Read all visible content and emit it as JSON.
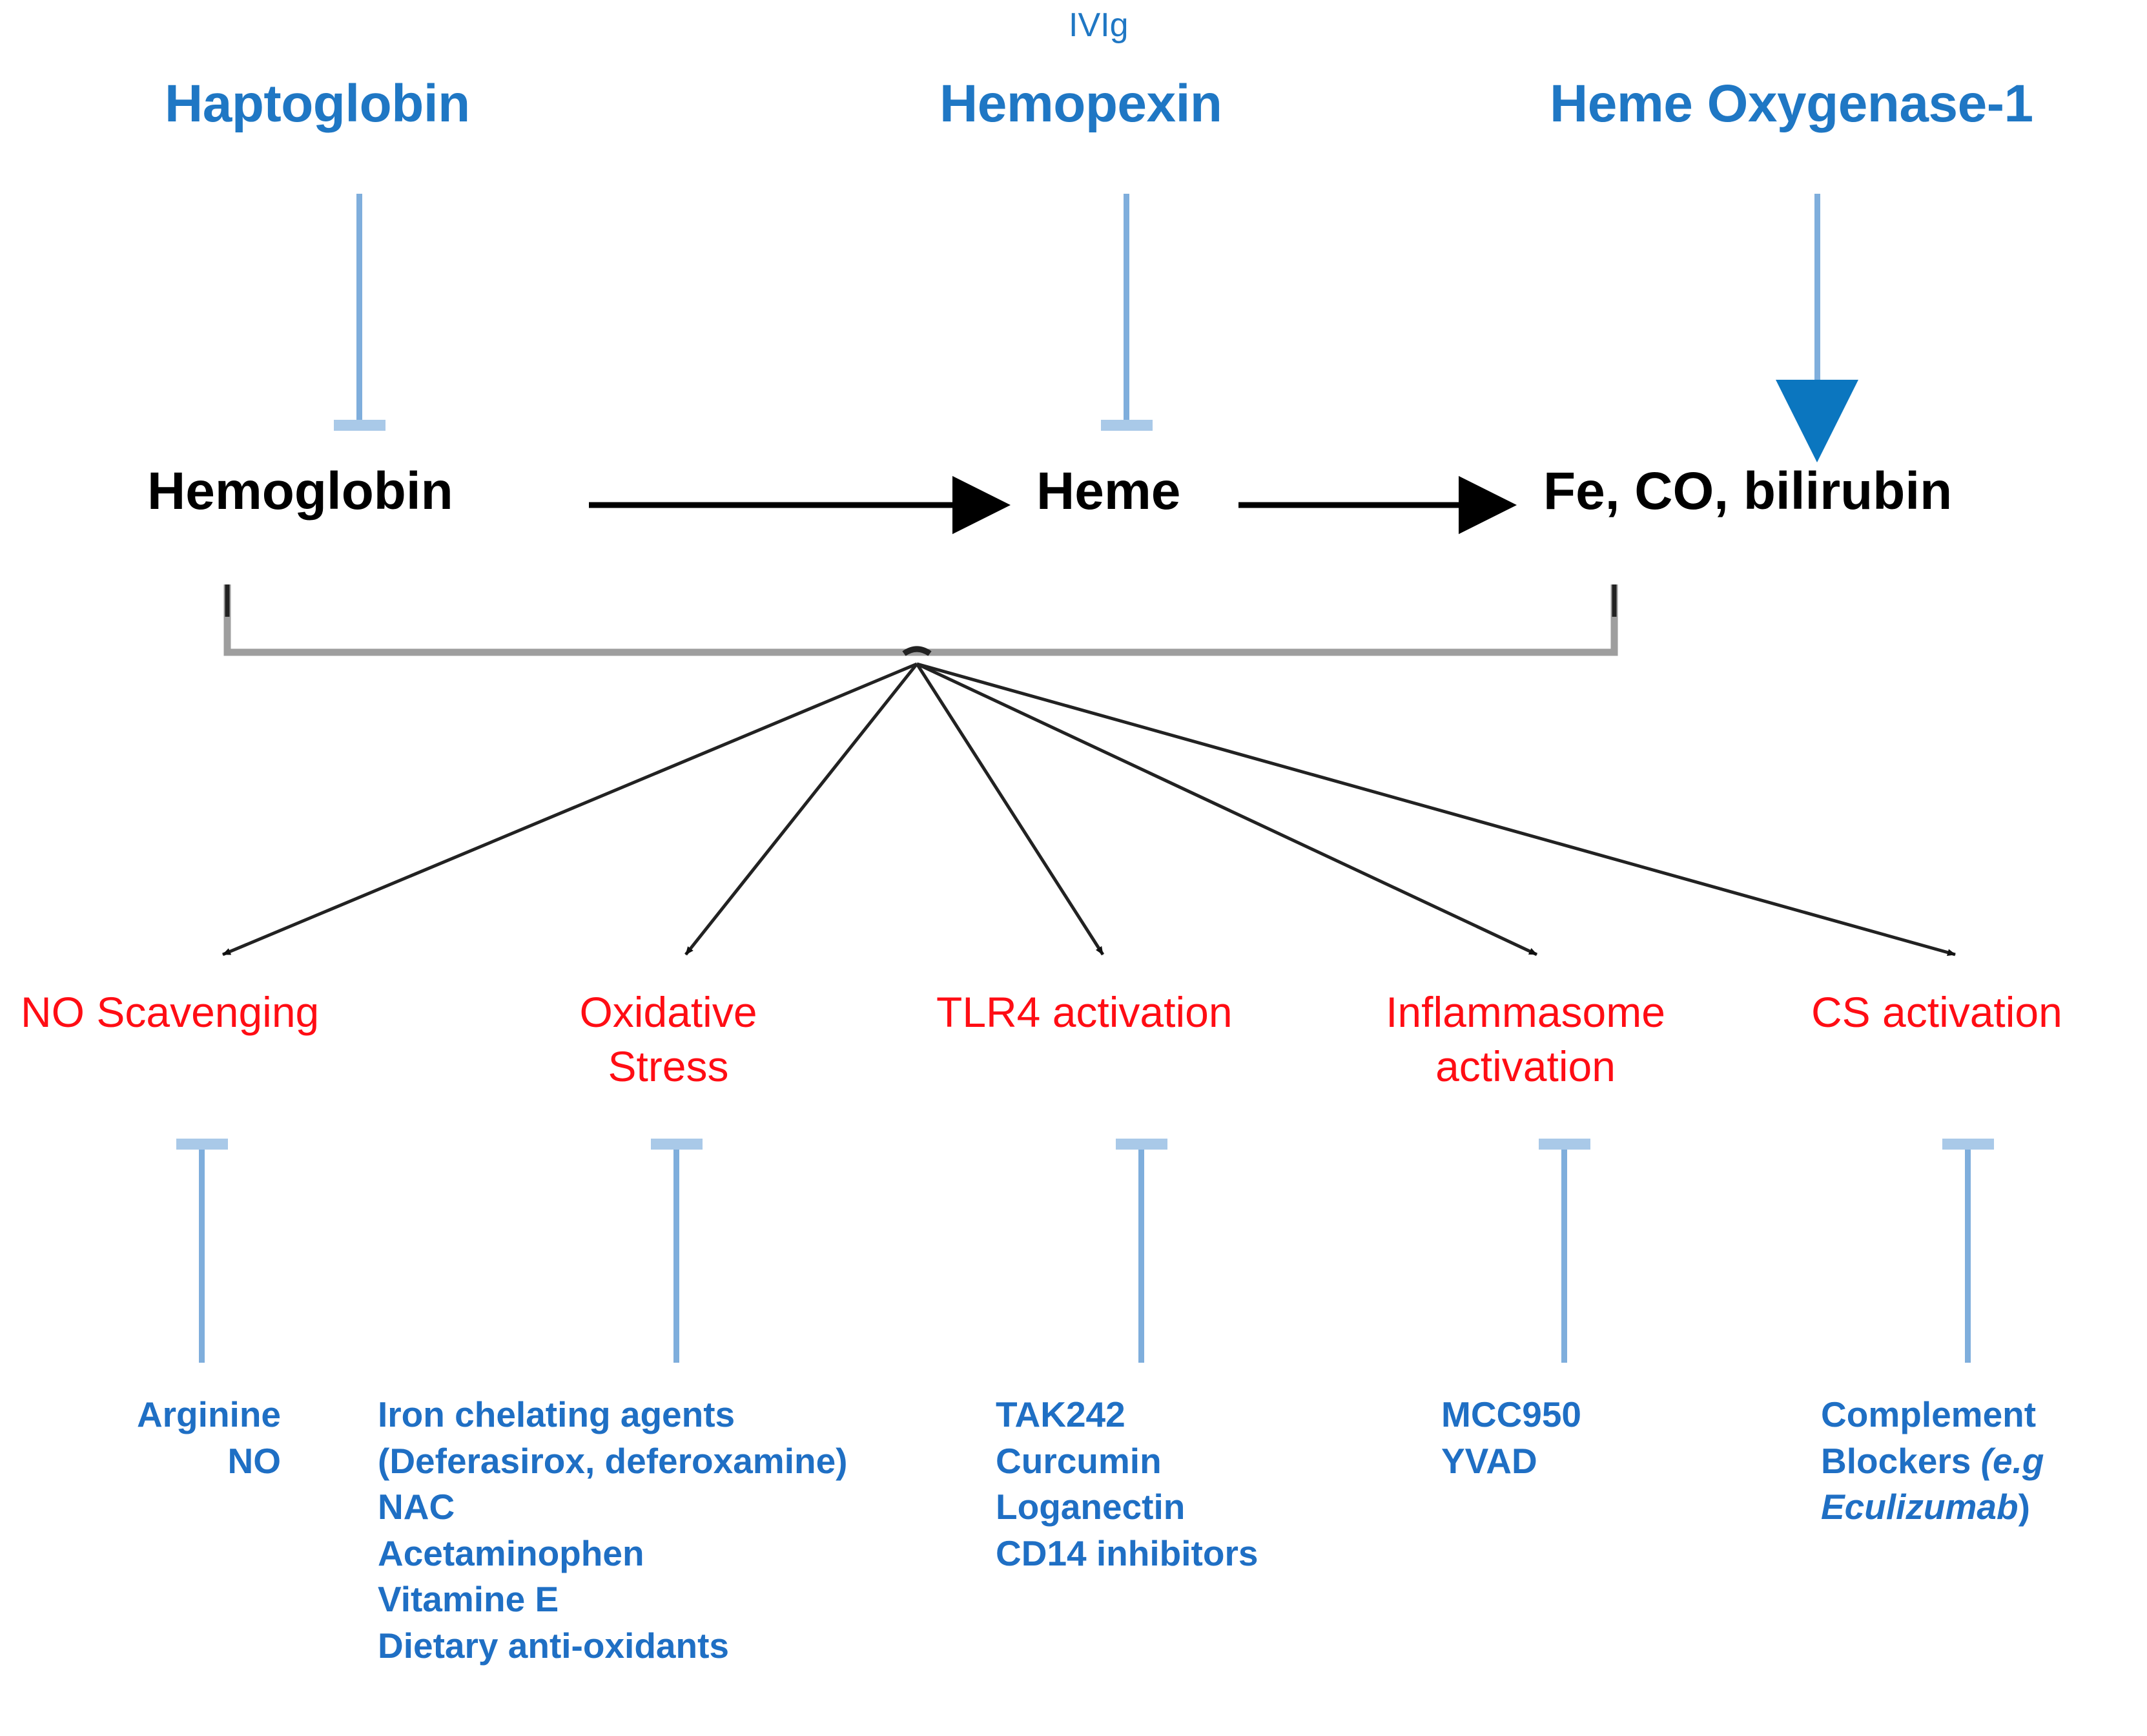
{
  "diagram": {
    "title_nodes": {
      "haptoglobin": "Haptoglobin",
      "ivig": "IVIg",
      "hemopexin": "Hemopexin",
      "heme_oxygenase": "Heme Oxygenase-1"
    },
    "pathway_nodes": {
      "hemoglobin": "Hemoglobin",
      "heme": "Heme",
      "products": "Fe, CO, bilirubin"
    },
    "downstream": [
      {
        "id": "no-scavenging",
        "label": "NO Scavenging"
      },
      {
        "id": "oxidative-stress",
        "label_line1": "Oxidative",
        "label_line2": "Stress"
      },
      {
        "id": "tlr4-activation",
        "label": "TLR4 activation"
      },
      {
        "id": "inflammasome",
        "label_line1": "Inflammasome",
        "label_line2": "activation"
      },
      {
        "id": "cs-activation",
        "label": "CS activation"
      }
    ],
    "treatments": {
      "no_scavenging": [
        "Arginine",
        "NO"
      ],
      "oxidative_stress": [
        "Iron chelating agents",
        "(Deferasirox, deferoxamine)",
        "NAC",
        "Acetaminophen",
        "Vitamine E",
        "Dietary anti-oxidants"
      ],
      "tlr4": [
        "TAK242",
        "Curcumin",
        "Loganectin",
        "CD14 inhibitors"
      ],
      "inflammasome": [
        "MCC950",
        "YVAD"
      ],
      "complement": {
        "line1": "Complement",
        "line2_plain": "Blockers ",
        "line2_italic": "(e.g",
        "line3_italic": "Eculizumab",
        "line3_plain": ")"
      }
    },
    "colors": {
      "blue_text": "#1F77C4",
      "red_text": "#FF0D14",
      "black_text": "#000000",
      "connector_blue": "#7FAEDC",
      "connector_black": "#000000",
      "bracket_gray": "#9E9E9E"
    }
  }
}
